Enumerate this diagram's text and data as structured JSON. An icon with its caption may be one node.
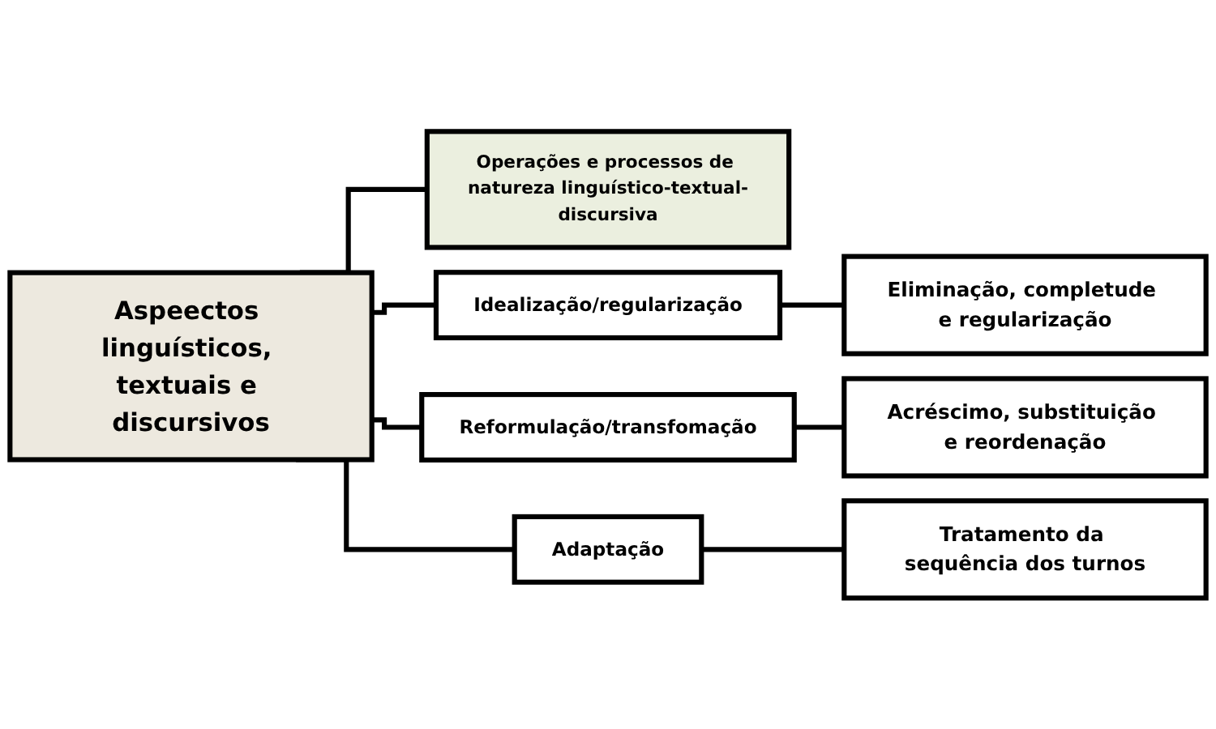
{
  "diagram": {
    "nodes": [
      {
        "text": [
          "Aspeectos linguísticos, textuais e discursivos"
        ]
      },
      {
        "text": [
          "Operações e processos de natureza linguístico-textual-discursiva"
        ]
      },
      {
        "text": [
          "Idealização/regularização"
        ]
      },
      {
        "text": [
          "Reformulação/transfomação"
        ]
      },
      {
        "text": [
          "Adaptação"
        ]
      },
      {
        "text": [
          "Eliminação, completude e regularização"
        ]
      },
      {
        "text": [
          "Acréscimo, substituição e reordenação"
        ]
      },
      {
        "text": [
          "Tratamento da sequência dos turnos"
        ]
      }
    ],
    "edges": [
      {
        "from": 0,
        "to": 1,
        "arrow": "none"
      },
      {
        "from": 0,
        "to": 2,
        "arrow": "none"
      },
      {
        "from": 0,
        "to": 3,
        "arrow": "none"
      },
      {
        "from": 0,
        "to": 4,
        "arrow": "none"
      },
      {
        "from": 2,
        "to": 5,
        "arrow": "none"
      },
      {
        "from": 3,
        "to": 6,
        "arrow": "none"
      },
      {
        "from": 4,
        "to": 7,
        "arrow": "none"
      }
    ]
  }
}
